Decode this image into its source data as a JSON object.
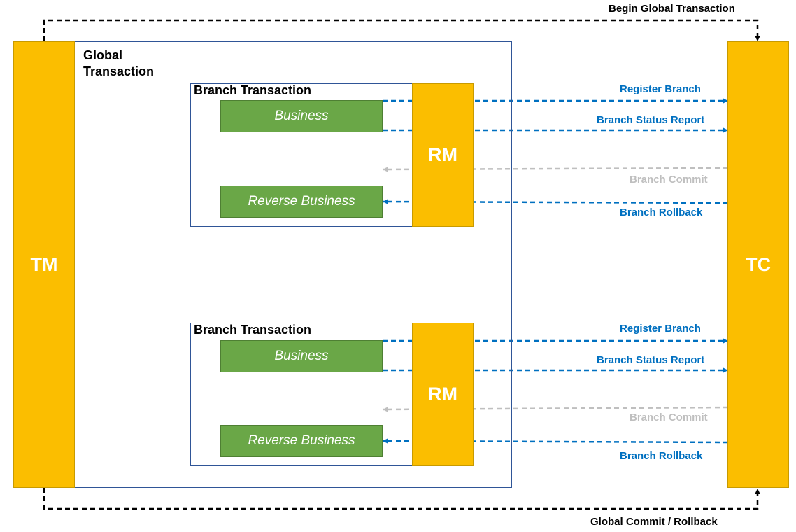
{
  "diagram": {
    "global_transaction_label": "Global\nTransaction",
    "tm_label": "TM",
    "tc_label": "TC",
    "begin_label": "Begin Global Transaction",
    "end_label": "Global Commit / Rollback",
    "branches": [
      {
        "title": "Branch Transaction",
        "business": "Business",
        "reverse": "Reverse Business",
        "rm": "RM",
        "register": "Register Branch",
        "status": "Branch Status Report",
        "commit": "Branch Commit",
        "rollback": "Branch Rollback"
      },
      {
        "title": "Branch Transaction",
        "business": "Business",
        "reverse": "Reverse Business",
        "rm": "RM",
        "register": "Register Branch",
        "status": "Branch Status Report",
        "commit": "Branch Commit",
        "rollback": "Branch Rollback"
      }
    ],
    "colors": {
      "node": "#FBBE00",
      "business": "#6AA747",
      "frame": "#2F5597",
      "message": "#0070C0",
      "inactive": "#BFBFBF"
    }
  }
}
